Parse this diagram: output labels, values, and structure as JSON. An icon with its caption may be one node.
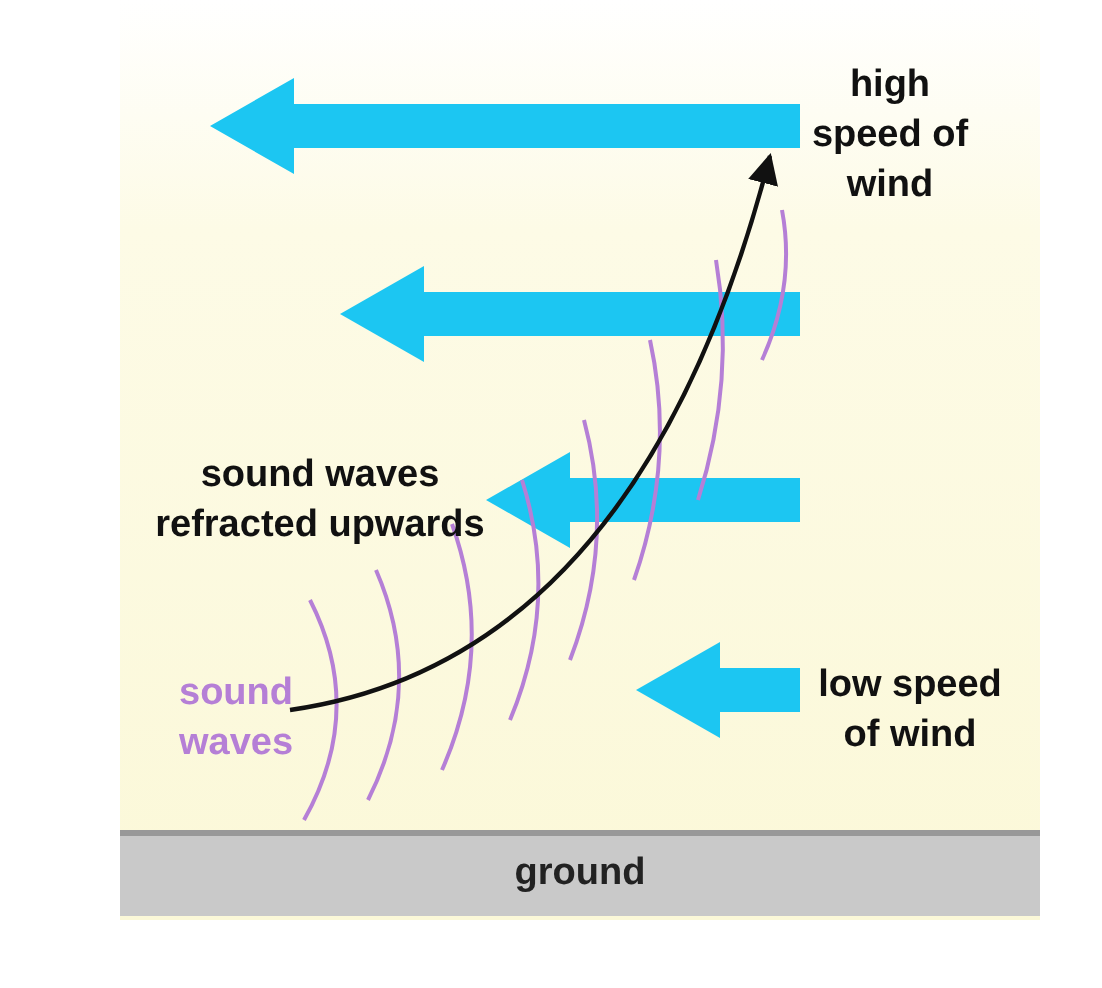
{
  "diagram": {
    "nodes": [
      {
        "text": [
          "ground"
        ]
      }
    ],
    "labels": [
      "high speed of wind",
      "sound waves refracted upwards",
      "sound waves",
      "low speed of wind"
    ]
  }
}
